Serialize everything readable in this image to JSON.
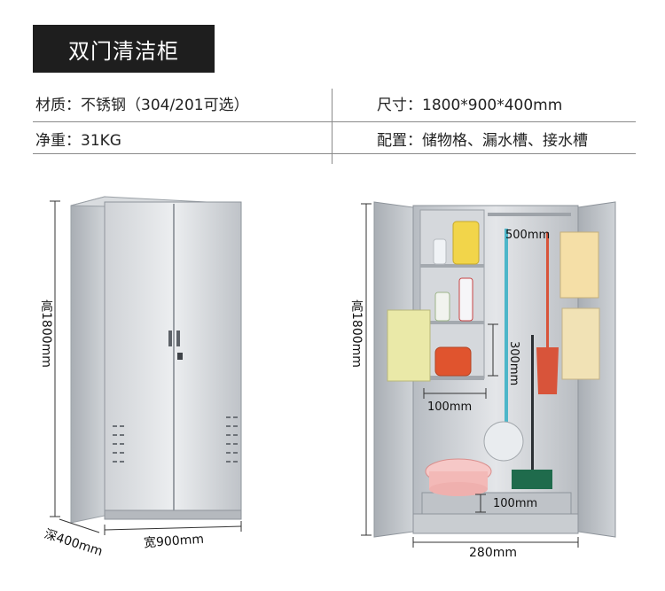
{
  "title": "双门清洁柜",
  "specs": {
    "material": "材质：不锈钢（304/201可选）",
    "size": "尺寸：1800*900*400mm",
    "weight": "净重：31KG",
    "config": "配置：储物格、漏水槽、接水槽"
  },
  "closed_view": {
    "height": "高1800mm",
    "depth": "深400mm",
    "width": "宽900mm"
  },
  "open_view": {
    "height": "高1800mm",
    "rod_width": "500mm",
    "shelf_height": "300mm",
    "shelf_width": "100mm",
    "tray_height": "100mm",
    "bottom_width": "280mm"
  },
  "colors": {
    "steel_light": "#e6e8eb",
    "steel_mid": "#c4c8cd",
    "steel_dark": "#8e949b",
    "banner": "#1e1e1e"
  }
}
